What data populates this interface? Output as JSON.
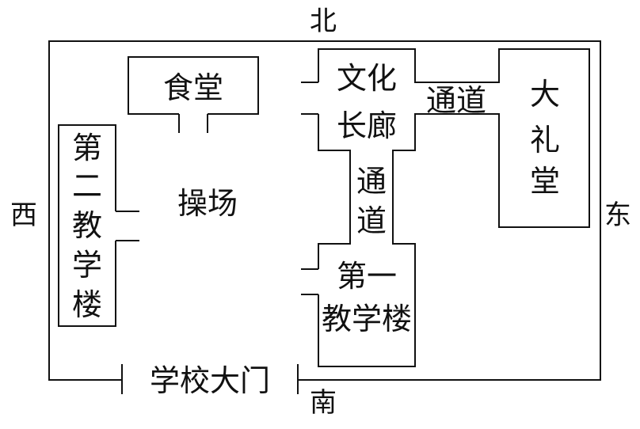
{
  "directions": {
    "north": "北",
    "south": "南",
    "east": "东",
    "west": "西"
  },
  "buildings": {
    "canteen": "食堂",
    "playground": "操场",
    "second_building": [
      "第",
      "二",
      "教",
      "学",
      "楼"
    ],
    "culture_corridor": [
      "文化",
      "长廊"
    ],
    "passage_horizontal": "通道",
    "passage_vertical": [
      "通",
      "道"
    ],
    "auditorium": [
      "大",
      "礼",
      "堂"
    ],
    "first_building": [
      "第一",
      "教学楼"
    ],
    "gate": "学校大门"
  }
}
